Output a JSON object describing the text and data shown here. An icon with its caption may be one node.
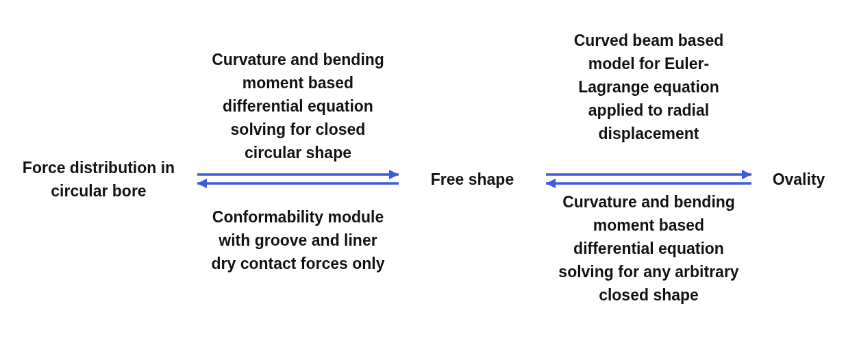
{
  "diagram": {
    "nodes": [
      {
        "text": [
          "Force distribution in circular bore"
        ]
      },
      {
        "text": [
          "Free shape"
        ]
      },
      {
        "text": [
          "Ovality"
        ]
      }
    ],
    "edges": [
      {
        "from": 0,
        "to": 1,
        "arrow": "to",
        "label": "Curvature and bending moment based differential equation solving for closed circular shape"
      },
      {
        "from": 1,
        "to": 0,
        "arrow": "to",
        "label": "Conformability module with groove and liner dry contact forces only"
      },
      {
        "from": 1,
        "to": 2,
        "arrow": "to",
        "label": "Curved beam based model for Euler-Lagrange equation applied to radial displacement"
      },
      {
        "from": 2,
        "to": 1,
        "arrow": "to",
        "label": "Curvature and bending moment based differential equation solving for any arbitrary closed shape"
      }
    ]
  }
}
